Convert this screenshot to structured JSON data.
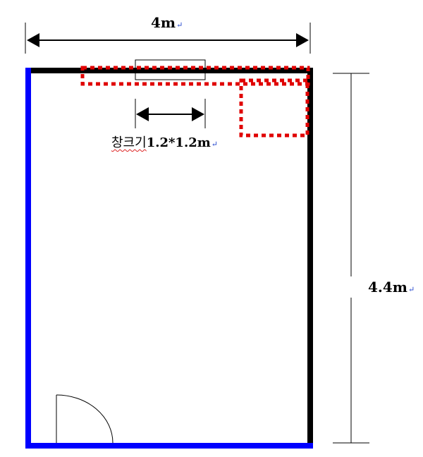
{
  "colors": {
    "wall_black": "#000000",
    "wall_blue": "#0000ff",
    "furniture_dotted": "#e00000",
    "dimension_line": "#000000",
    "return_mark": "#2244cc",
    "spell_squiggle": "#dd2222"
  },
  "floor_plan": {
    "room_width": "4m",
    "room_height": "4.4m",
    "window_label_korean": "창크기",
    "window_label_size": "1.2*1.2m",
    "return_mark": "↵"
  }
}
